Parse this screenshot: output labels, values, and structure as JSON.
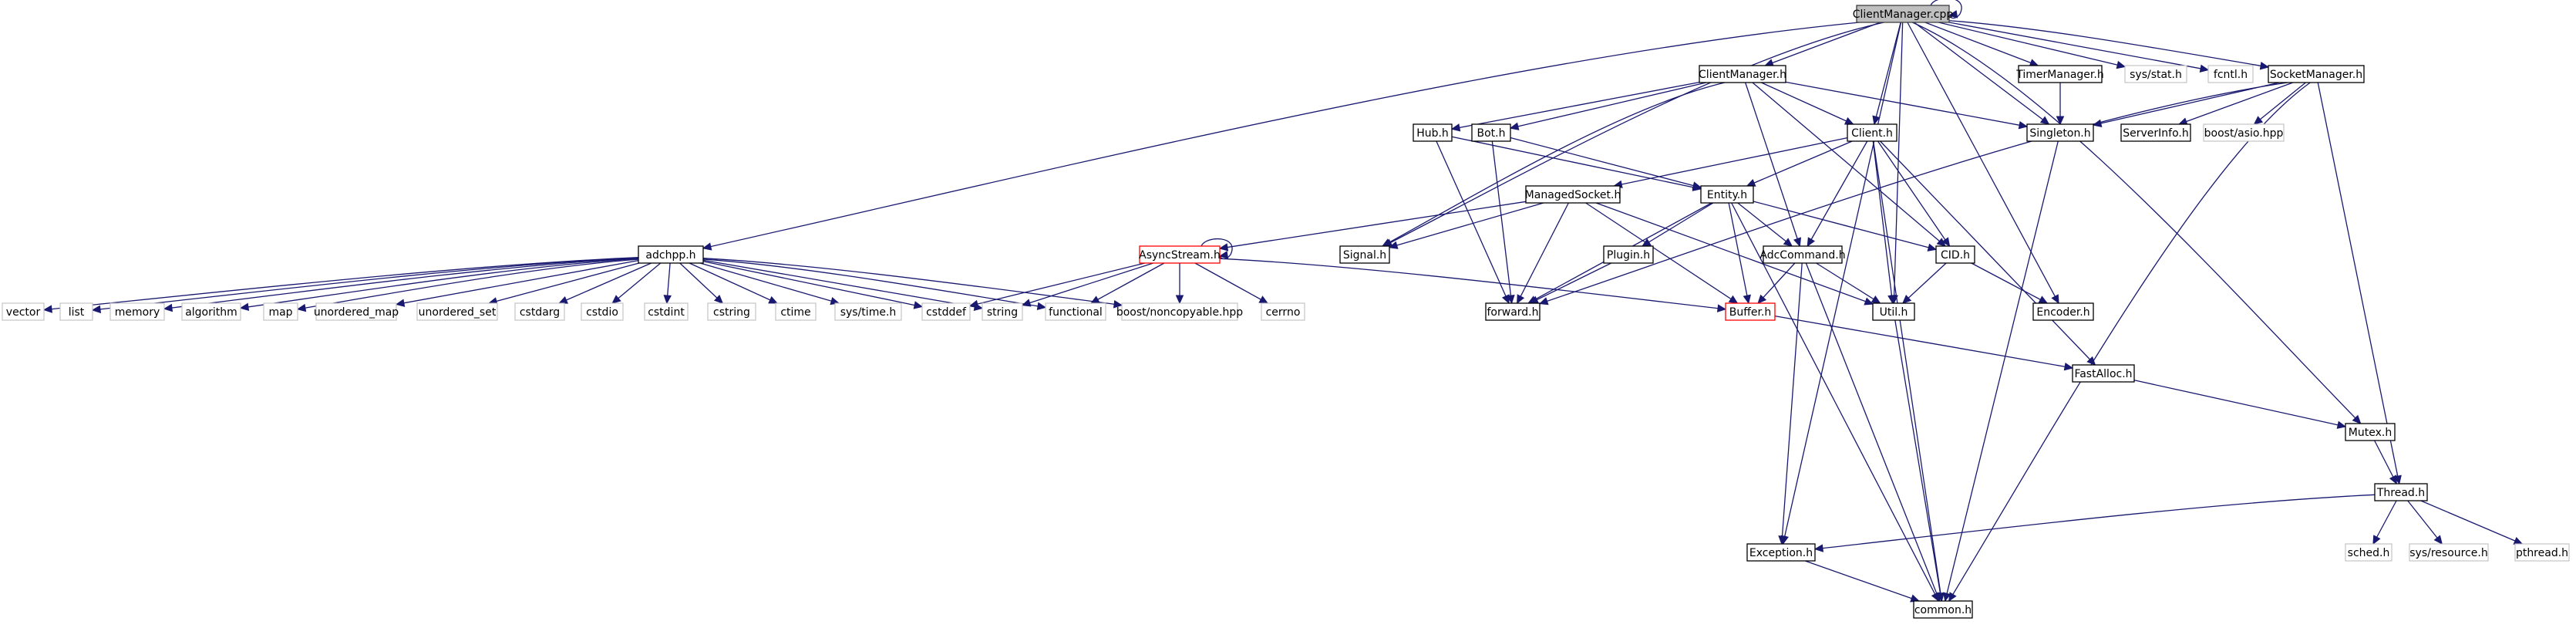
{
  "graph": {
    "colors": {
      "edge": "#191970",
      "node_border": "#000000",
      "root_fill": "#bfbfbf",
      "external_border": "#bfbfbf",
      "truncated_border": "#ff0000"
    },
    "nodes": [
      {
        "id": "clientmanager_cpp",
        "label": "ClientManager.cpp",
        "kind": "root"
      },
      {
        "id": "adchpp_h",
        "label": "adchpp.h",
        "kind": "file"
      },
      {
        "id": "clientmanager_h",
        "label": "ClientManager.h",
        "kind": "file"
      },
      {
        "id": "timermanager_h",
        "label": "TimerManager.h",
        "kind": "file"
      },
      {
        "id": "sys_stat_h",
        "label": "sys/stat.h",
        "kind": "external"
      },
      {
        "id": "fcntl_h",
        "label": "fcntl.h",
        "kind": "external"
      },
      {
        "id": "socketmanager_h",
        "label": "SocketManager.h",
        "kind": "file"
      },
      {
        "id": "hub_h",
        "label": "Hub.h",
        "kind": "file"
      },
      {
        "id": "bot_h",
        "label": "Bot.h",
        "kind": "file"
      },
      {
        "id": "client_h",
        "label": "Client.h",
        "kind": "file"
      },
      {
        "id": "singleton_h",
        "label": "Singleton.h",
        "kind": "file"
      },
      {
        "id": "serverinfo_h",
        "label": "ServerInfo.h",
        "kind": "file"
      },
      {
        "id": "boost_asio_hpp",
        "label": "boost/asio.hpp",
        "kind": "external"
      },
      {
        "id": "managedsocket_h",
        "label": "ManagedSocket.h",
        "kind": "file"
      },
      {
        "id": "entity_h",
        "label": "Entity.h",
        "kind": "file"
      },
      {
        "id": "asyncstream_h",
        "label": "AsyncStream.h",
        "kind": "truncated"
      },
      {
        "id": "signal_h",
        "label": "Signal.h",
        "kind": "file"
      },
      {
        "id": "plugin_h",
        "label": "Plugin.h",
        "kind": "file"
      },
      {
        "id": "adccommand_h",
        "label": "AdcCommand.h",
        "kind": "file"
      },
      {
        "id": "cid_h",
        "label": "CID.h",
        "kind": "file"
      },
      {
        "id": "vector",
        "label": "vector",
        "kind": "external"
      },
      {
        "id": "list",
        "label": "list",
        "kind": "external"
      },
      {
        "id": "memory",
        "label": "memory",
        "kind": "external"
      },
      {
        "id": "algorithm",
        "label": "algorithm",
        "kind": "external"
      },
      {
        "id": "map",
        "label": "map",
        "kind": "external"
      },
      {
        "id": "unordered_map",
        "label": "unordered_map",
        "kind": "external"
      },
      {
        "id": "unordered_set",
        "label": "unordered_set",
        "kind": "external"
      },
      {
        "id": "cstdarg",
        "label": "cstdarg",
        "kind": "external"
      },
      {
        "id": "cstdio",
        "label": "cstdio",
        "kind": "external"
      },
      {
        "id": "cstdint",
        "label": "cstdint",
        "kind": "external"
      },
      {
        "id": "cstring",
        "label": "cstring",
        "kind": "external"
      },
      {
        "id": "ctime",
        "label": "ctime",
        "kind": "external"
      },
      {
        "id": "sys_time_h",
        "label": "sys/time.h",
        "kind": "external"
      },
      {
        "id": "cstddef",
        "label": "cstddef",
        "kind": "external"
      },
      {
        "id": "string",
        "label": "string",
        "kind": "external"
      },
      {
        "id": "functional",
        "label": "functional",
        "kind": "external"
      },
      {
        "id": "boost_noncopyable_hpp",
        "label": "boost/noncopyable.hpp",
        "kind": "external"
      },
      {
        "id": "cerrno",
        "label": "cerrno",
        "kind": "external"
      },
      {
        "id": "forward_h",
        "label": "forward.h",
        "kind": "file"
      },
      {
        "id": "buffer_h",
        "label": "Buffer.h",
        "kind": "truncated"
      },
      {
        "id": "util_h",
        "label": "Util.h",
        "kind": "file"
      },
      {
        "id": "encoder_h",
        "label": "Encoder.h",
        "kind": "file"
      },
      {
        "id": "fastalloc_h",
        "label": "FastAlloc.h",
        "kind": "file"
      },
      {
        "id": "mutex_h",
        "label": "Mutex.h",
        "kind": "file"
      },
      {
        "id": "thread_h",
        "label": "Thread.h",
        "kind": "file"
      },
      {
        "id": "sched_h",
        "label": "sched.h",
        "kind": "external"
      },
      {
        "id": "sys_resource_h",
        "label": "sys/resource.h",
        "kind": "external"
      },
      {
        "id": "pthread_h",
        "label": "pthread.h",
        "kind": "external"
      },
      {
        "id": "exception_h",
        "label": "Exception.h",
        "kind": "file"
      },
      {
        "id": "common_h",
        "label": "common.h",
        "kind": "file"
      }
    ],
    "edges": [
      {
        "from": "clientmanager_cpp",
        "to": "clientmanager_cpp"
      },
      {
        "from": "clientmanager_cpp",
        "to": "adchpp_h"
      },
      {
        "from": "clientmanager_cpp",
        "to": "clientmanager_h"
      },
      {
        "from": "clientmanager_cpp",
        "to": "timermanager_h"
      },
      {
        "from": "clientmanager_cpp",
        "to": "sys_stat_h"
      },
      {
        "from": "clientmanager_cpp",
        "to": "fcntl_h"
      },
      {
        "from": "clientmanager_cpp",
        "to": "socketmanager_h"
      },
      {
        "from": "clientmanager_cpp",
        "to": "signal_h"
      },
      {
        "from": "clientmanager_cpp",
        "to": "client_h"
      },
      {
        "from": "clientmanager_cpp",
        "to": "singleton_h"
      },
      {
        "from": "clientmanager_cpp",
        "to": "encoder_h"
      },
      {
        "from": "clientmanager_cpp",
        "to": "util_h"
      },
      {
        "from": "clientmanager_cpp",
        "to": "mutex_h"
      },
      {
        "from": "clientmanager_cpp",
        "to": "exception_h"
      },
      {
        "from": "adchpp_h",
        "to": "vector"
      },
      {
        "from": "adchpp_h",
        "to": "list"
      },
      {
        "from": "adchpp_h",
        "to": "memory"
      },
      {
        "from": "adchpp_h",
        "to": "algorithm"
      },
      {
        "from": "adchpp_h",
        "to": "map"
      },
      {
        "from": "adchpp_h",
        "to": "unordered_map"
      },
      {
        "from": "adchpp_h",
        "to": "unordered_set"
      },
      {
        "from": "adchpp_h",
        "to": "cstdarg"
      },
      {
        "from": "adchpp_h",
        "to": "cstdio"
      },
      {
        "from": "adchpp_h",
        "to": "cstdint"
      },
      {
        "from": "adchpp_h",
        "to": "cstring"
      },
      {
        "from": "adchpp_h",
        "to": "ctime"
      },
      {
        "from": "adchpp_h",
        "to": "sys_time_h"
      },
      {
        "from": "adchpp_h",
        "to": "cstddef"
      },
      {
        "from": "adchpp_h",
        "to": "string"
      },
      {
        "from": "adchpp_h",
        "to": "functional"
      },
      {
        "from": "adchpp_h",
        "to": "boost_noncopyable_hpp"
      },
      {
        "from": "asyncstream_h",
        "to": "asyncstream_h"
      },
      {
        "from": "asyncstream_h",
        "to": "cstddef"
      },
      {
        "from": "asyncstream_h",
        "to": "string"
      },
      {
        "from": "asyncstream_h",
        "to": "functional"
      },
      {
        "from": "asyncstream_h",
        "to": "boost_noncopyable_hpp"
      },
      {
        "from": "asyncstream_h",
        "to": "cerrno"
      },
      {
        "from": "asyncstream_h",
        "to": "buffer_h"
      },
      {
        "from": "clientmanager_h",
        "to": "hub_h"
      },
      {
        "from": "clientmanager_h",
        "to": "bot_h"
      },
      {
        "from": "clientmanager_h",
        "to": "client_h"
      },
      {
        "from": "clientmanager_h",
        "to": "singleton_h"
      },
      {
        "from": "clientmanager_h",
        "to": "signal_h"
      },
      {
        "from": "clientmanager_h",
        "to": "adccommand_h"
      },
      {
        "from": "clientmanager_h",
        "to": "cid_h"
      },
      {
        "from": "timermanager_h",
        "to": "singleton_h"
      },
      {
        "from": "socketmanager_h",
        "to": "singleton_h"
      },
      {
        "from": "socketmanager_h",
        "to": "serverinfo_h"
      },
      {
        "from": "socketmanager_h",
        "to": "boost_asio_hpp"
      },
      {
        "from": "socketmanager_h",
        "to": "forward_h"
      },
      {
        "from": "socketmanager_h",
        "to": "thread_h"
      },
      {
        "from": "socketmanager_h",
        "to": "common_h"
      },
      {
        "from": "hub_h",
        "to": "entity_h"
      },
      {
        "from": "hub_h",
        "to": "forward_h"
      },
      {
        "from": "bot_h",
        "to": "entity_h"
      },
      {
        "from": "bot_h",
        "to": "forward_h"
      },
      {
        "from": "client_h",
        "to": "managedsocket_h"
      },
      {
        "from": "client_h",
        "to": "entity_h"
      },
      {
        "from": "client_h",
        "to": "adccommand_h"
      },
      {
        "from": "client_h",
        "to": "cid_h"
      },
      {
        "from": "client_h",
        "to": "util_h"
      },
      {
        "from": "client_h",
        "to": "fastalloc_h"
      },
      {
        "from": "client_h",
        "to": "common_h"
      },
      {
        "from": "singleton_h",
        "to": "common_h"
      },
      {
        "from": "managedsocket_h",
        "to": "asyncstream_h"
      },
      {
        "from": "managedsocket_h",
        "to": "signal_h"
      },
      {
        "from": "managedsocket_h",
        "to": "forward_h"
      },
      {
        "from": "managedsocket_h",
        "to": "buffer_h"
      },
      {
        "from": "managedsocket_h",
        "to": "util_h"
      },
      {
        "from": "entity_h",
        "to": "plugin_h"
      },
      {
        "from": "entity_h",
        "to": "adccommand_h"
      },
      {
        "from": "entity_h",
        "to": "cid_h"
      },
      {
        "from": "entity_h",
        "to": "forward_h"
      },
      {
        "from": "entity_h",
        "to": "buffer_h"
      },
      {
        "from": "entity_h",
        "to": "common_h"
      },
      {
        "from": "plugin_h",
        "to": "forward_h"
      },
      {
        "from": "adccommand_h",
        "to": "buffer_h"
      },
      {
        "from": "adccommand_h",
        "to": "util_h"
      },
      {
        "from": "adccommand_h",
        "to": "exception_h"
      },
      {
        "from": "adccommand_h",
        "to": "common_h"
      },
      {
        "from": "cid_h",
        "to": "util_h"
      },
      {
        "from": "cid_h",
        "to": "encoder_h"
      },
      {
        "from": "buffer_h",
        "to": "fastalloc_h"
      },
      {
        "from": "util_h",
        "to": "common_h"
      },
      {
        "from": "fastalloc_h",
        "to": "mutex_h"
      },
      {
        "from": "mutex_h",
        "to": "thread_h"
      },
      {
        "from": "thread_h",
        "to": "sched_h"
      },
      {
        "from": "thread_h",
        "to": "sys_resource_h"
      },
      {
        "from": "thread_h",
        "to": "pthread_h"
      },
      {
        "from": "thread_h",
        "to": "exception_h"
      },
      {
        "from": "exception_h",
        "to": "common_h"
      }
    ]
  }
}
